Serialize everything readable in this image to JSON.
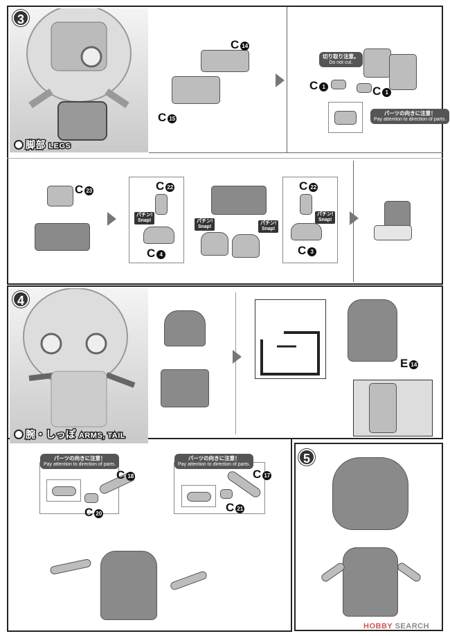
{
  "step3": {
    "number": "3",
    "title_jp": "脚部",
    "title_en": "LEGS",
    "labels": {
      "c14": "C",
      "c14n": "14",
      "c15": "C",
      "c15n": "15",
      "c1a": "C",
      "c1an": "1",
      "c1b": "C",
      "c1bn": "1",
      "c23": "C",
      "c23n": "23",
      "c22a": "C",
      "c22an": "22",
      "c4": "C",
      "c4n": "4",
      "c22b": "C",
      "c22bn": "22",
      "c3": "C",
      "c3n": "3"
    },
    "do_not_cut": {
      "jp": "切り取り注意。",
      "en": "Do not cut."
    },
    "attention": {
      "jp": "パーツの向きに注意！",
      "en": "Pay attention to direction of parts."
    },
    "snap": {
      "jp": "パチン!",
      "en": "Snap!"
    }
  },
  "step4": {
    "number": "4",
    "title_jp": "腕・しっぽ",
    "title_en": "ARMS, TAIL",
    "labels": {
      "e14": "E",
      "e14n": "14",
      "c18": "C",
      "c18n": "18",
      "c20": "C",
      "c20n": "20",
      "c17": "C",
      "c17n": "17",
      "c21": "C",
      "c21n": "21"
    },
    "attention": {
      "jp": "パーツの向きに注意！",
      "en": "Pay attention to direction of parts."
    }
  },
  "step5": {
    "number": "5"
  },
  "watermark": {
    "brand": "HOBBY",
    "suffix": "SEARCH"
  }
}
